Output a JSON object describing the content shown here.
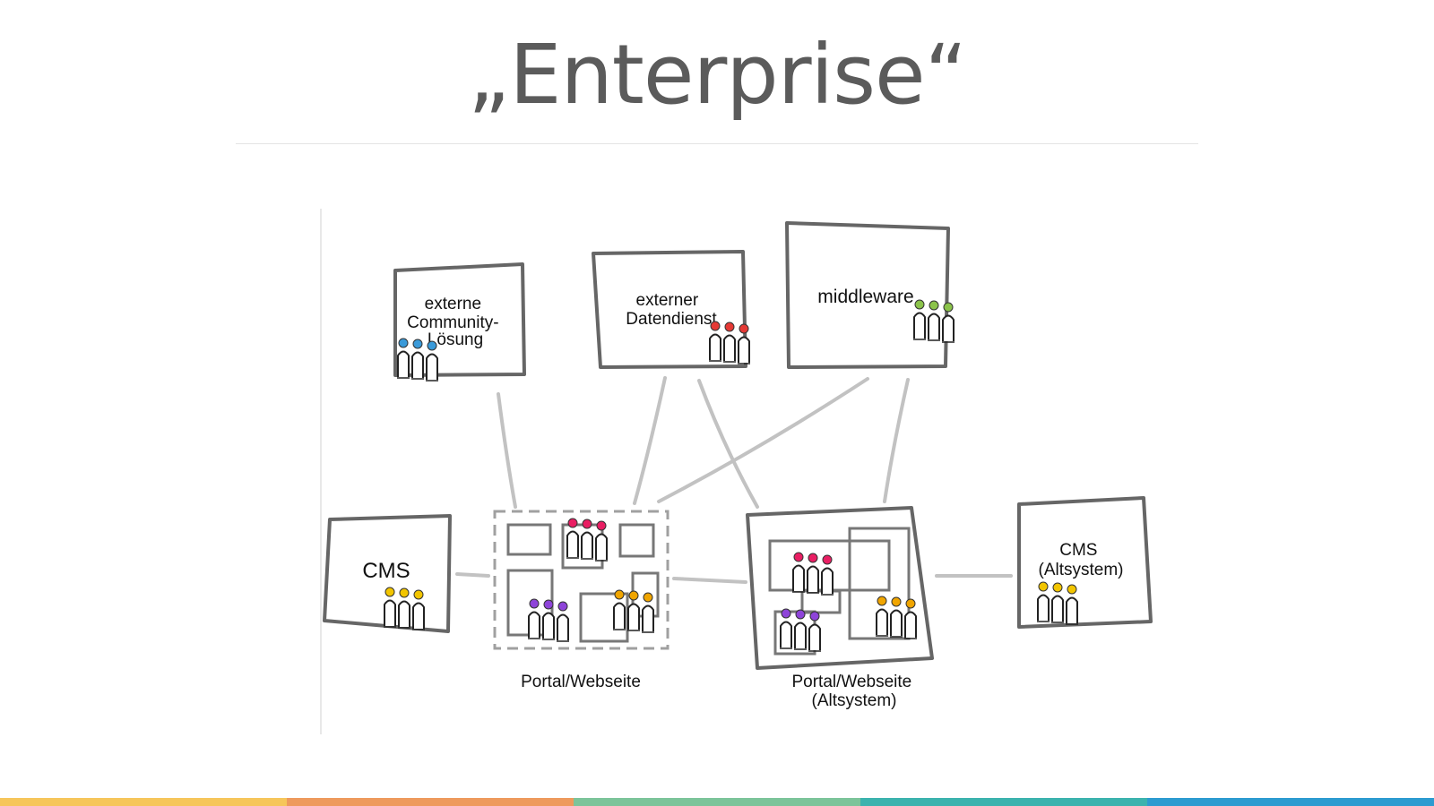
{
  "slide": {
    "title": "„Enterprise“"
  },
  "nodes": {
    "community": {
      "lines": [
        "externe",
        "Community-",
        "Lösung"
      ],
      "team_color": "#3a9ad9"
    },
    "datendienst": {
      "lines": [
        "externer",
        "Datendienst"
      ],
      "team_color": "#e53935"
    },
    "middleware": {
      "lines": [
        "middleware"
      ],
      "team_color": "#8bc34a"
    },
    "cms": {
      "lines": [
        "CMS"
      ],
      "team_color": "#f2c500"
    },
    "portal": {
      "label": "Portal/Webseite"
    },
    "portal_legacy": {
      "lines": [
        "Portal/Webseite",
        "(Altsystem)"
      ]
    },
    "cms_legacy": {
      "lines": [
        "CMS",
        "(Altsystem)"
      ],
      "team_color": "#f2c500"
    }
  },
  "team_colors": {
    "pink": "#e91e63",
    "purple": "#8e44d9",
    "orange": "#f0a500",
    "yellow": "#f2c500",
    "blue": "#3a9ad9",
    "red": "#e53935",
    "green": "#8bc34a"
  },
  "colors": {
    "title": "#5b5b5b",
    "box_stroke": "#666666",
    "connector": "#c2c2c2"
  },
  "footer": {
    "colors": [
      "#f6c65b",
      "#ee9a5d",
      "#7cc49a",
      "#3bb3ae",
      "#2c9bd0"
    ]
  }
}
